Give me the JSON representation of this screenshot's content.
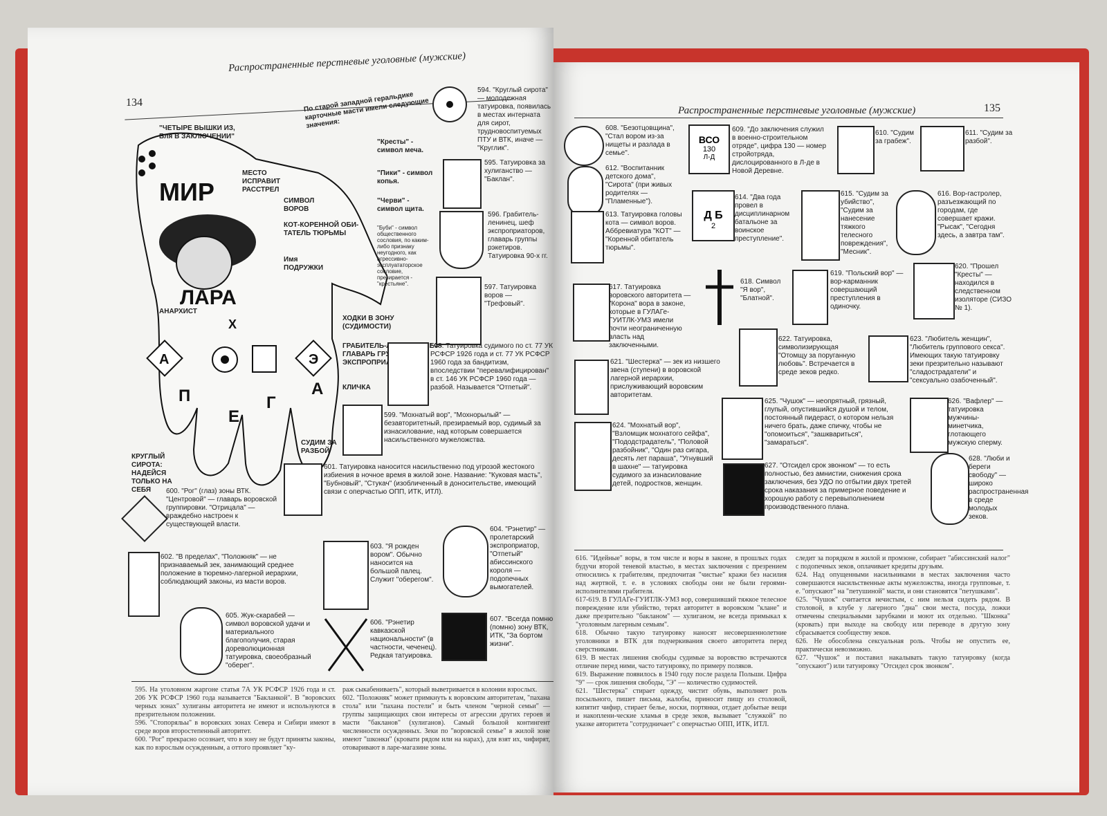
{
  "left": {
    "page_number": "134",
    "header": "Распространенные перстневые уголовные (мужские)",
    "hand": {
      "mir": "МИР",
      "lara": "ЛАРА",
      "fingers": [
        "П",
        "Е",
        "Г",
        "А"
      ],
      "rings": [
        "А",
        "Э"
      ],
      "x_mark": "X",
      "four_dice": "\"ЧЕТЫРЕ ВЫШКИ ИЗ, Бля В ЗАКЛЮЧЕНИИ\"",
      "mesto_rasstrela": "МЕСТО ИСПРАВИТ РАССТРЕЛ",
      "simvol_vorov": "СИМВОЛ ВОРОВ",
      "kot": "КОТ-КОРЕННОЙ ОБИ-ТАТЕЛЬ ТЮРЬМЫ",
      "imya_podrugi": "Имя ПОДРУЖКИ",
      "anarkhist": "АНАРХИСТ",
      "khodki": "ХОДКИ В ЗОНУ (СУДИМОСТИ)",
      "grabitel": "ГРАБИТЕЛЬ-ЛЕНИНЕЦ ШЕФ-ГЛАВАРЬ ГРУППЫ ЭКСПРОПРИАТОРОВ",
      "klichka": "КЛИЧКА",
      "sudim": "СУДИМ ЗА РАЗБОЙ",
      "sirota": "КРУГЛЫЙ СИРОТА: НАДЕЙСЯ ТОЛЬКО НА СЕБЯ"
    },
    "heraldry_note": "По старой западной геральдике карточные масти имели следующие значения:",
    "suits": [
      {
        "name": "\"Кресты\" - символ меча."
      },
      {
        "name": "\"Пики\" - символ копья."
      },
      {
        "name": "\"Черви\" - символ щита."
      },
      {
        "name": "\"Буби\" - символ общественного сословия, по каким-либо признаку неугодного, как агрессивно-эксплуататорское сословие, презирается - \"крестьяне\"."
      }
    ],
    "captions": [
      {
        "id": "594",
        "text": "594. \"Круглый сирота\" — молодежная татуировка, появилась в местах интерната для сирот, трудновоспитуемых ПТУ и ВТК, иначе — \"Круглик\"."
      },
      {
        "id": "595",
        "text": "595. Татуировка за хулиганство — \"Баклан\"."
      },
      {
        "id": "596",
        "text": "596. Грабитель-ленинец, шеф экспроприаторов, главарь группы рэкетиров. Татуировка 90-х гг."
      },
      {
        "id": "597",
        "text": "597. Татуировка воров — \"Трефовый\"."
      },
      {
        "id": "598",
        "text": "598. Татуировка судимого по ст. 77 УК РСФСР 1926 года и ст. 77 УК РСФСР 1960 года за бандитизм, впоследствии \"перевалифицирован\" в ст. 146 УК РСФСР 1960 года — разбой. Называется \"Отпетый\"."
      },
      {
        "id": "599",
        "text": "599. \"Мохнатый вор\", \"Мохнорылый\" — безавторитетный, презираемый вор, судимый за изнасилование, над которым совершается насильственного мужеложства."
      },
      {
        "id": "601",
        "text": "601. Татуировка наносится насильственно под угрозой жестокого избиения в ночное время в жилой зоне. Название: \"Куковая масть\", \"Бубновый\", \"Стукач\" (изобличенный в доносительстве, имеющий связи с оперчастью ОПП, ИТК, ИТЛ)."
      },
      {
        "id": "600",
        "text": "600. \"Рог\" (глаз) зоны ВТК. \"Центровой\" — главарь воровской группировки. \"Отрицала\" — враждебно настроен к существующей власти."
      },
      {
        "id": "602",
        "text": "602. \"В пределах\", \"Положняк\" — не признаваемый зек, занимающий среднее положение в тюремно-лагерной иерархии, соблюдающий законы, из масти воров."
      },
      {
        "id": "603",
        "text": "603. \"Я рожден вором\". Обычно наносится на большой палец. Служит \"оберегом\"."
      },
      {
        "id": "604",
        "text": "604. \"Рэнетир\" — пролетарский экспроприатор, \"Отпетый\" абиссинского короля — подопечных вымогателей."
      },
      {
        "id": "605",
        "text": "605. Жук-скарабей — символ воровской удачи и материального благополучия, старая дореволюционная татуировка, своеобразный \"оберег\"."
      },
      {
        "id": "606",
        "text": "606. \"Рэнетир кавказской национальности\" (в частности, чеченец). Редкая татуировка."
      },
      {
        "id": "607",
        "text": "607. \"Всегда помню (помню) зону ВТК, ИТК, \"За бортом жизни\"."
      }
    ],
    "footnotes": [
      "595. На уголовном жаргоне статья 7А УК РСФСР 1926 года и ст. 206 УК РСФСР 1960 года называется \"Бакланкой\". В \"воровских черных зонах\" хулиганы авторитета не имеют и используются в презрительном положении.",
      "596. \"Стопоряльы\" в воровских зонах Севера и Сибири имеют в среде воров второстепенный авторитет.",
      "600. \"Рог\" прекрасно осознает, что в зону не будут приняты законы, как по взрослым осужденным, а оттого проявляет \"ку-",
      "раж сыкабениваеть\", который выветривается в колонии взрослых.",
      "602. \"Положняк\" может примкнуть к воровским авторитетам, \"пахана столa\" или \"пахана постели\" и быть членом \"черной семьи\" — группы защищающих свои интересы от агрессии других героев и масти \"бакланов\" (хулиганов). Самый большой контингент численности осужденных. Зеки по \"воровской семье\" в жилой зоне имеют \"шконки\" (кровати рядом или на нарах), для взят их, чифирят, отоваривают в ларе-магазине зоны."
    ]
  },
  "right": {
    "page_number": "135",
    "header": "Распространенные перстневые уголовные (мужские)",
    "icon_labels": {
      "vso": [
        "ВСО",
        "130",
        "Л-Д"
      ],
      "dab": [
        "Д",
        "Б",
        "2"
      ]
    },
    "captions": [
      {
        "id": "608",
        "text": "608. \"Безотцовщина\", \"Стал вором из-за нищеты и разлада в семье\"."
      },
      {
        "id": "609",
        "text": "609. \"До заключения служил в военно-строительном отряде\", цифра 130 — номер стройотряда, дислоцированного в Л-де в Новой Деревне."
      },
      {
        "id": "610",
        "text": "610. \"Судим за грабеж\"."
      },
      {
        "id": "611",
        "text": "611. \"Судим за разбой\"."
      },
      {
        "id": "612",
        "text": "612. \"Воспитанник детского дома\", \"Сирота\" (при живых родителях — \"Пламенные\")."
      },
      {
        "id": "613",
        "text": "613. Татуировка головы кота — символ воров. Аббревиатура \"КОТ\" — \"Коренной обитатель тюрьмы\"."
      },
      {
        "id": "614",
        "text": "614. \"Два года провел в дисциплинарном батальоне за воинское преступление\"."
      },
      {
        "id": "615",
        "text": "615. \"Судим за убийство\", \"Судим за нанесение тяжкого телесного повреждения\", \"Месник\"."
      },
      {
        "id": "616",
        "text": "616. Вор-гастролер, разъезжающий по городам, где совершает кражи. \"Рысак\", \"Сегодня здесь, а завтра там\"."
      },
      {
        "id": "617",
        "text": "617. Татуировка воровского авторитета — \"Корона\" вора в законе, которые в ГУЛАГе-ГУИТЛК-УМЗ имели почти неограниченную власть над заключенными."
      },
      {
        "id": "618",
        "text": "618. Символ \"Я вор\", \"Блатной\"."
      },
      {
        "id": "619",
        "text": "619. \"Польский вор\" — вор-карманник совершающий преступления в одиночку."
      },
      {
        "id": "620",
        "text": "620. \"Прошел \"Кресты\" — находился в следственном изоляторе (СИЗО № 1)."
      },
      {
        "id": "621",
        "text": "621. \"Шестерка\" — зек из низшего звена (ступени) в воровской лагерной иерархии, прислуживающий воровским авторитетам."
      },
      {
        "id": "622",
        "text": "622. Татуировка, символизирующая \"Отомщу за поруганную любовь\". Встречается в среде зеков редко."
      },
      {
        "id": "623",
        "text": "623. \"Любитель женщин\", \"Любитель группового секса\". Имеющих такую татуировку зеки презрительно называют \"сладострадатели\" и \"сексуально озабоченный\"."
      },
      {
        "id": "624",
        "text": "624. \"Мохнатый вор\", \"Взломщик мохнатого сейфа\", \"Пододстрадатель\", \"Половой разбойник\", \"Один раз сигара, десять лет параша\", \"Угнувший в шахне\" — татуировка судимого за изнасилование детей, подростков, женщин."
      },
      {
        "id": "625",
        "text": "625. \"Чушок\" — неопрятный, грязный, глупый, опустившийся душой и телом, постоянный пидераст, о котором нельзя ничего брать, даже спичку, чтобы не \"опомоиться\", \"зашквариться\", \"замараться\"."
      },
      {
        "id": "626",
        "text": "626. \"Вафлер\" — татуировка мужчины-минетчика, глотающего мужскую сперму."
      },
      {
        "id": "627",
        "text": "627. \"Отсидел срок звонком\" — то есть полностью, без амнистии, снижения срока заключения, без УДО по отбытии двух третей срока наказания за примерное поведение и хорошую работу с перевыполнением производственного плана."
      },
      {
        "id": "628",
        "text": "628. \"Люби и береги свободу\" — широко распространенная в среде молодых зеков."
      }
    ],
    "footnotes": [
      "616. \"Идейные\" воры, в том числе и воры в законе, в прошлых годах будучи второй теневой властью, в местах заключения с презрением относились к грабителям, предпочитая \"чистые\" кражи без насилия над жертвой, т. е. в условиях свободы они не были героями-исполнителями грабителя.",
      "617-619. В ГУЛАГе-ГУИТЛК-УМЗ вор, совершивший тяжкое телесное повреждение или убийство, терял авторитет в воровском \"клане\" и даже презрительно \"бакланом\" — хулиганом, не всегда примыкал к \"уголовным лагерным семьям\".",
      "618. Обычно такую татуировку наносят несовершеннолетние уголовники в ВТК для подчеркивания своего авторитета перед сверстниками.",
      "619. В местах лишения свободы судимые за воровство встречаются отличие перед ними, часто татуировку, по примеру поляков.",
      "619. Выражение появилось в 1940 году после раздела Польши. Цифра \"9\" — срок лишения свободы, \"Э\" — количество судимостей.",
      "621. \"Шестерка\" стирает одежду, чистит обувь, выполняет роль посыльного, пишет письма, жалобы, приносит пищу из столовой, кипятит чифир, стирает белье, носки, портянки, отдает добытые вещи и накоплени-ческие хламья в среде зеков, вызывает \"служкой\" по указке авторитета \"сотрудничает\" с оперчастью ОПП, ИТК, ИТЛ.",
      "следит за порядком в жилой и промзоне, собирает \"абиссинский налог\" с подопечных зеков, оплачивает кредиты друзьям.",
      "624. Над опущенными насильниками в местах заключения часто совершаются насильственные акты мужеложства, иногда групповые, т. е. \"опускают\" на \"петушиной\" масти, и они становятся \"петушками\".",
      "625. \"Чушок\" считается нечистым, с ним нельзя сидеть рядом. В столовой, в клубе у лагерного \"дна\" свои места, посуда, ложки отмечены специальными зарубками и моют их отдельно. \"Шконка\" (кровать) при выходе на свободу или переводе в другую зону сбрасывается сообществу зеков.",
      "626. Не обособлена сексуальная роль. Чтобы не опустить ее, практически невозможно.",
      "627. \"Чушок\" и поставил накалывать такую татуировку (когда \"опускают\") или татуировку \"Отсидел срок звонком\"."
    ]
  }
}
